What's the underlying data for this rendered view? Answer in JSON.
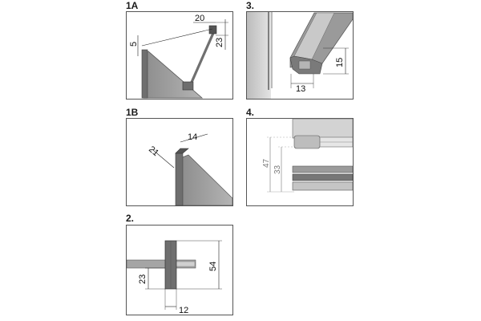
{
  "panels": {
    "p1a": {
      "label": "1A",
      "dims": {
        "a": "20",
        "b": "5",
        "c": "23"
      }
    },
    "p3": {
      "label": "3.",
      "dims": {
        "a": "15",
        "b": "13"
      }
    },
    "p1b": {
      "label": "1B",
      "dims": {
        "a": "14",
        "b": "21"
      }
    },
    "p4": {
      "label": "4.",
      "dims": {
        "a": "47",
        "b": "33"
      }
    },
    "p2": {
      "label": "2.",
      "dims": {
        "a": "54",
        "b": "23",
        "c": "12"
      }
    }
  },
  "colors": {
    "frame": "#555555",
    "glass": "#9a9a9a",
    "metal": "#7d7d7d",
    "dim_line": "#222222"
  }
}
